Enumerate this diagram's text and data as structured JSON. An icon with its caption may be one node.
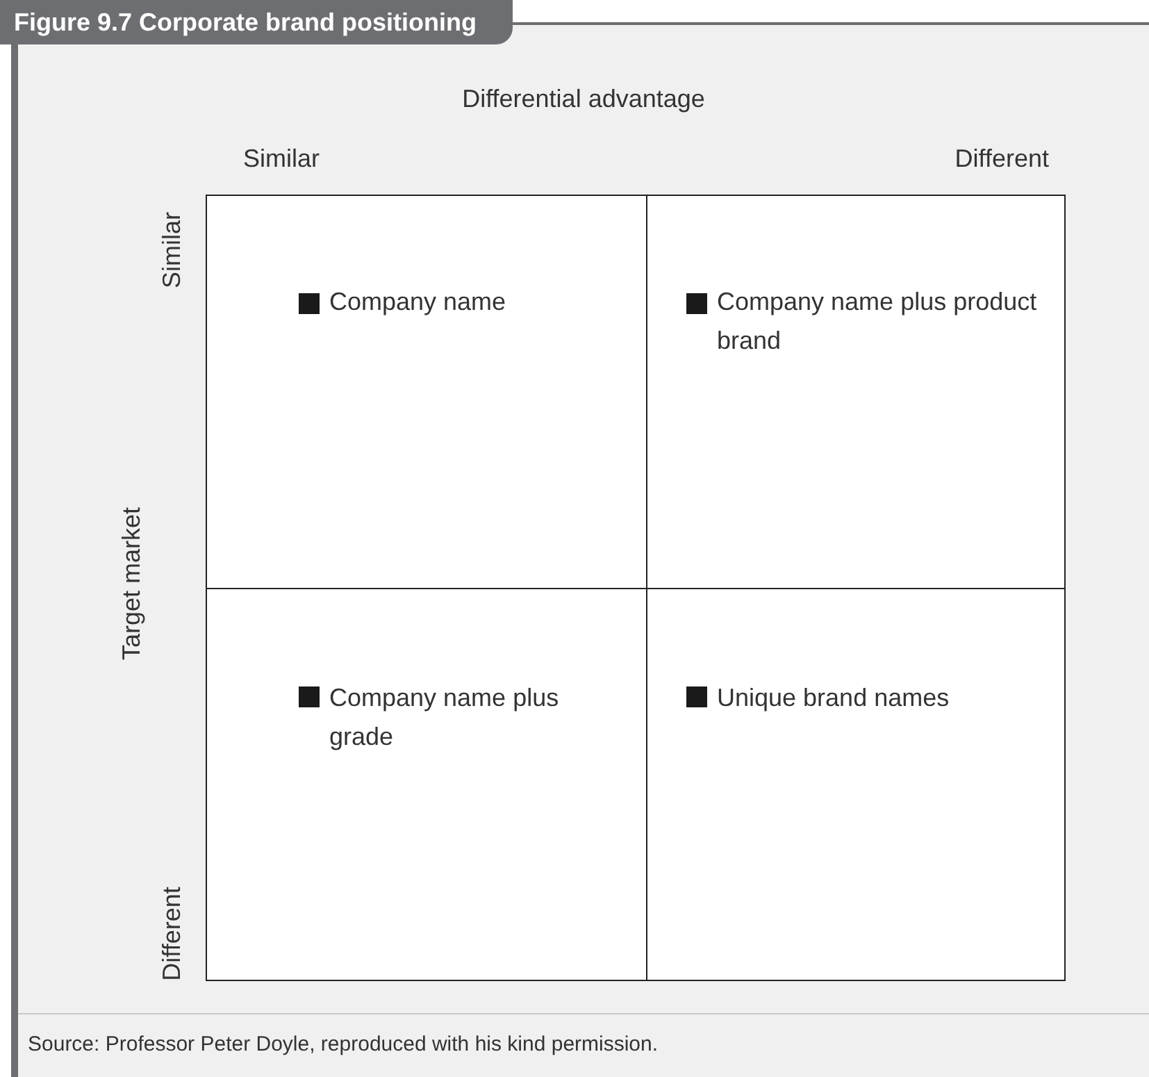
{
  "diagram": {
    "title": "Figure 9.7 Corporate brand positioning",
    "nodes": [
      {
        "text": [
          "Company name"
        ]
      },
      {
        "text": [
          "Company name plus product brand"
        ]
      },
      {
        "text": [
          "Company name plus grade"
        ]
      },
      {
        "text": [
          "Unique brand names"
        ]
      }
    ],
    "labels": [
      "Differential advantage",
      "Similar",
      "Different",
      "Similar",
      "Target market",
      "Different"
    ],
    "caption": "Source: Professor Peter Doyle, reproduced with his kind permission."
  }
}
